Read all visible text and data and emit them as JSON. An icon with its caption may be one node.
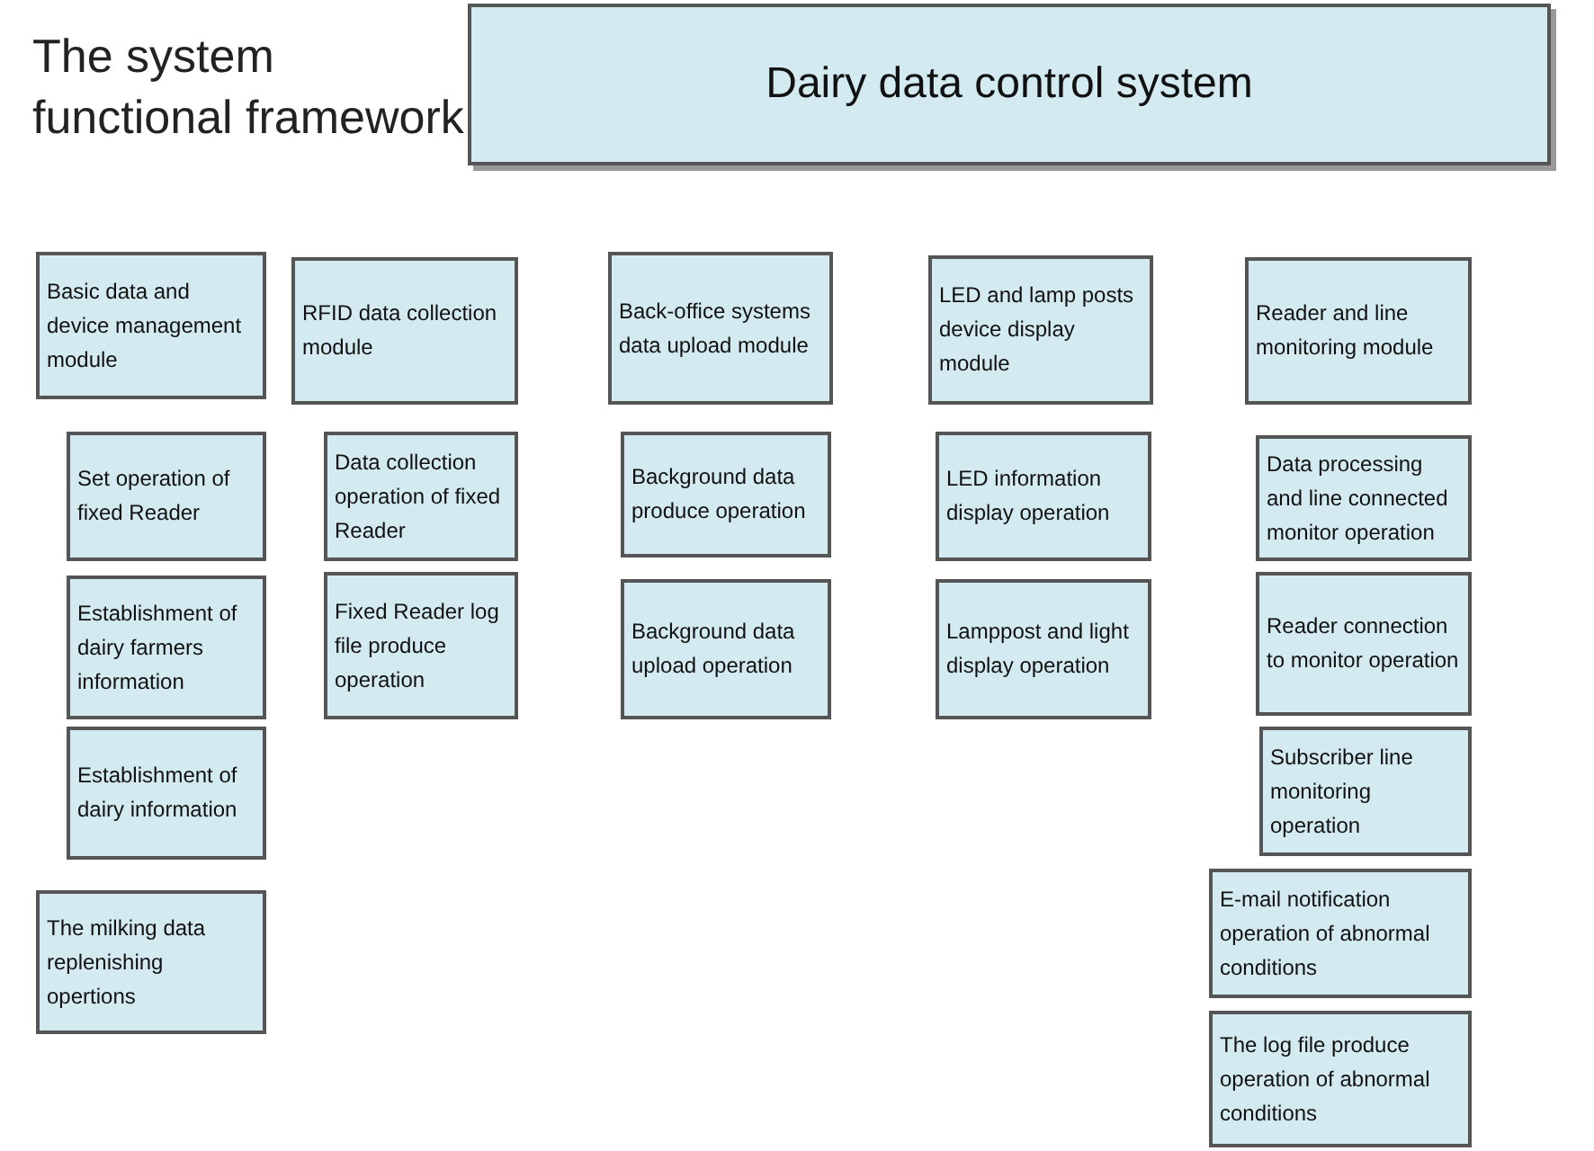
{
  "diagram": {
    "title": "The system functional framework",
    "nodes": [
      {
        "text": [
          "Dairy data control system"
        ]
      },
      {
        "text": [
          "Basic data and device management module"
        ]
      },
      {
        "text": [
          "Set operation of fixed Reader"
        ]
      },
      {
        "text": [
          "Establishment of dairy farmers information"
        ]
      },
      {
        "text": [
          "Establishment of dairy information"
        ]
      },
      {
        "text": [
          "The milking data replenishing opertions"
        ]
      },
      {
        "text": [
          "RFID data collection module"
        ]
      },
      {
        "text": [
          "Data collection operation of fixed Reader"
        ]
      },
      {
        "text": [
          "Fixed Reader log file produce operation"
        ]
      },
      {
        "text": [
          "Back-office systems data upload module"
        ]
      },
      {
        "text": [
          "Background data produce operation"
        ]
      },
      {
        "text": [
          "Background data upload operation"
        ]
      },
      {
        "text": [
          "LED and lamp posts device display module"
        ]
      },
      {
        "text": [
          "LED information display operation"
        ]
      },
      {
        "text": [
          "Lamppost and light display operation"
        ]
      },
      {
        "text": [
          "Reader and line monitoring module"
        ]
      },
      {
        "text": [
          "Data processing and line connected monitor operation"
        ]
      },
      {
        "text": [
          "Reader connection to monitor operation"
        ]
      },
      {
        "text": [
          "Subscriber line monitoring operation"
        ]
      },
      {
        "text": [
          "E-mail notification operation of abnormal conditions"
        ]
      },
      {
        "text": [
          "The log file produce operation of abnormal conditions"
        ]
      }
    ]
  }
}
